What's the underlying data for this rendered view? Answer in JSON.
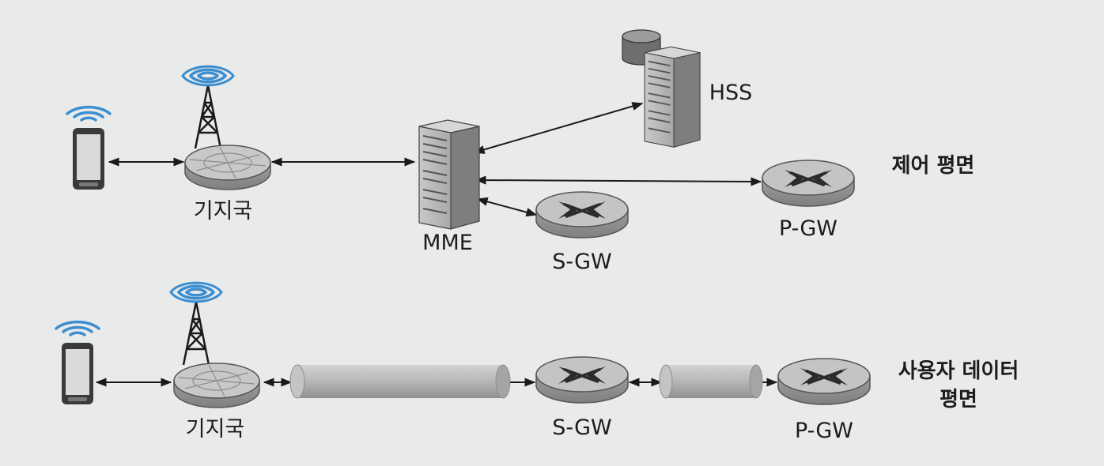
{
  "control_plane": {
    "title": "제어 평면",
    "labels": {
      "base_station": "기지국",
      "mme": "MME",
      "hss": "HSS",
      "sgw": "S-GW",
      "pgw": "P-GW"
    }
  },
  "user_plane": {
    "title_line1": "사용자 데이터",
    "title_line2": "평면",
    "labels": {
      "base_station": "기지국",
      "sgw": "S-GW",
      "pgw": "P-GW"
    }
  },
  "colors": {
    "background": "#e9eaea",
    "router_body": "#a9abad",
    "router_top": "#c9cacc",
    "tunnel": "#b8babb",
    "signal_wave": "#3b8ed0",
    "line": "#1a1a1a"
  }
}
